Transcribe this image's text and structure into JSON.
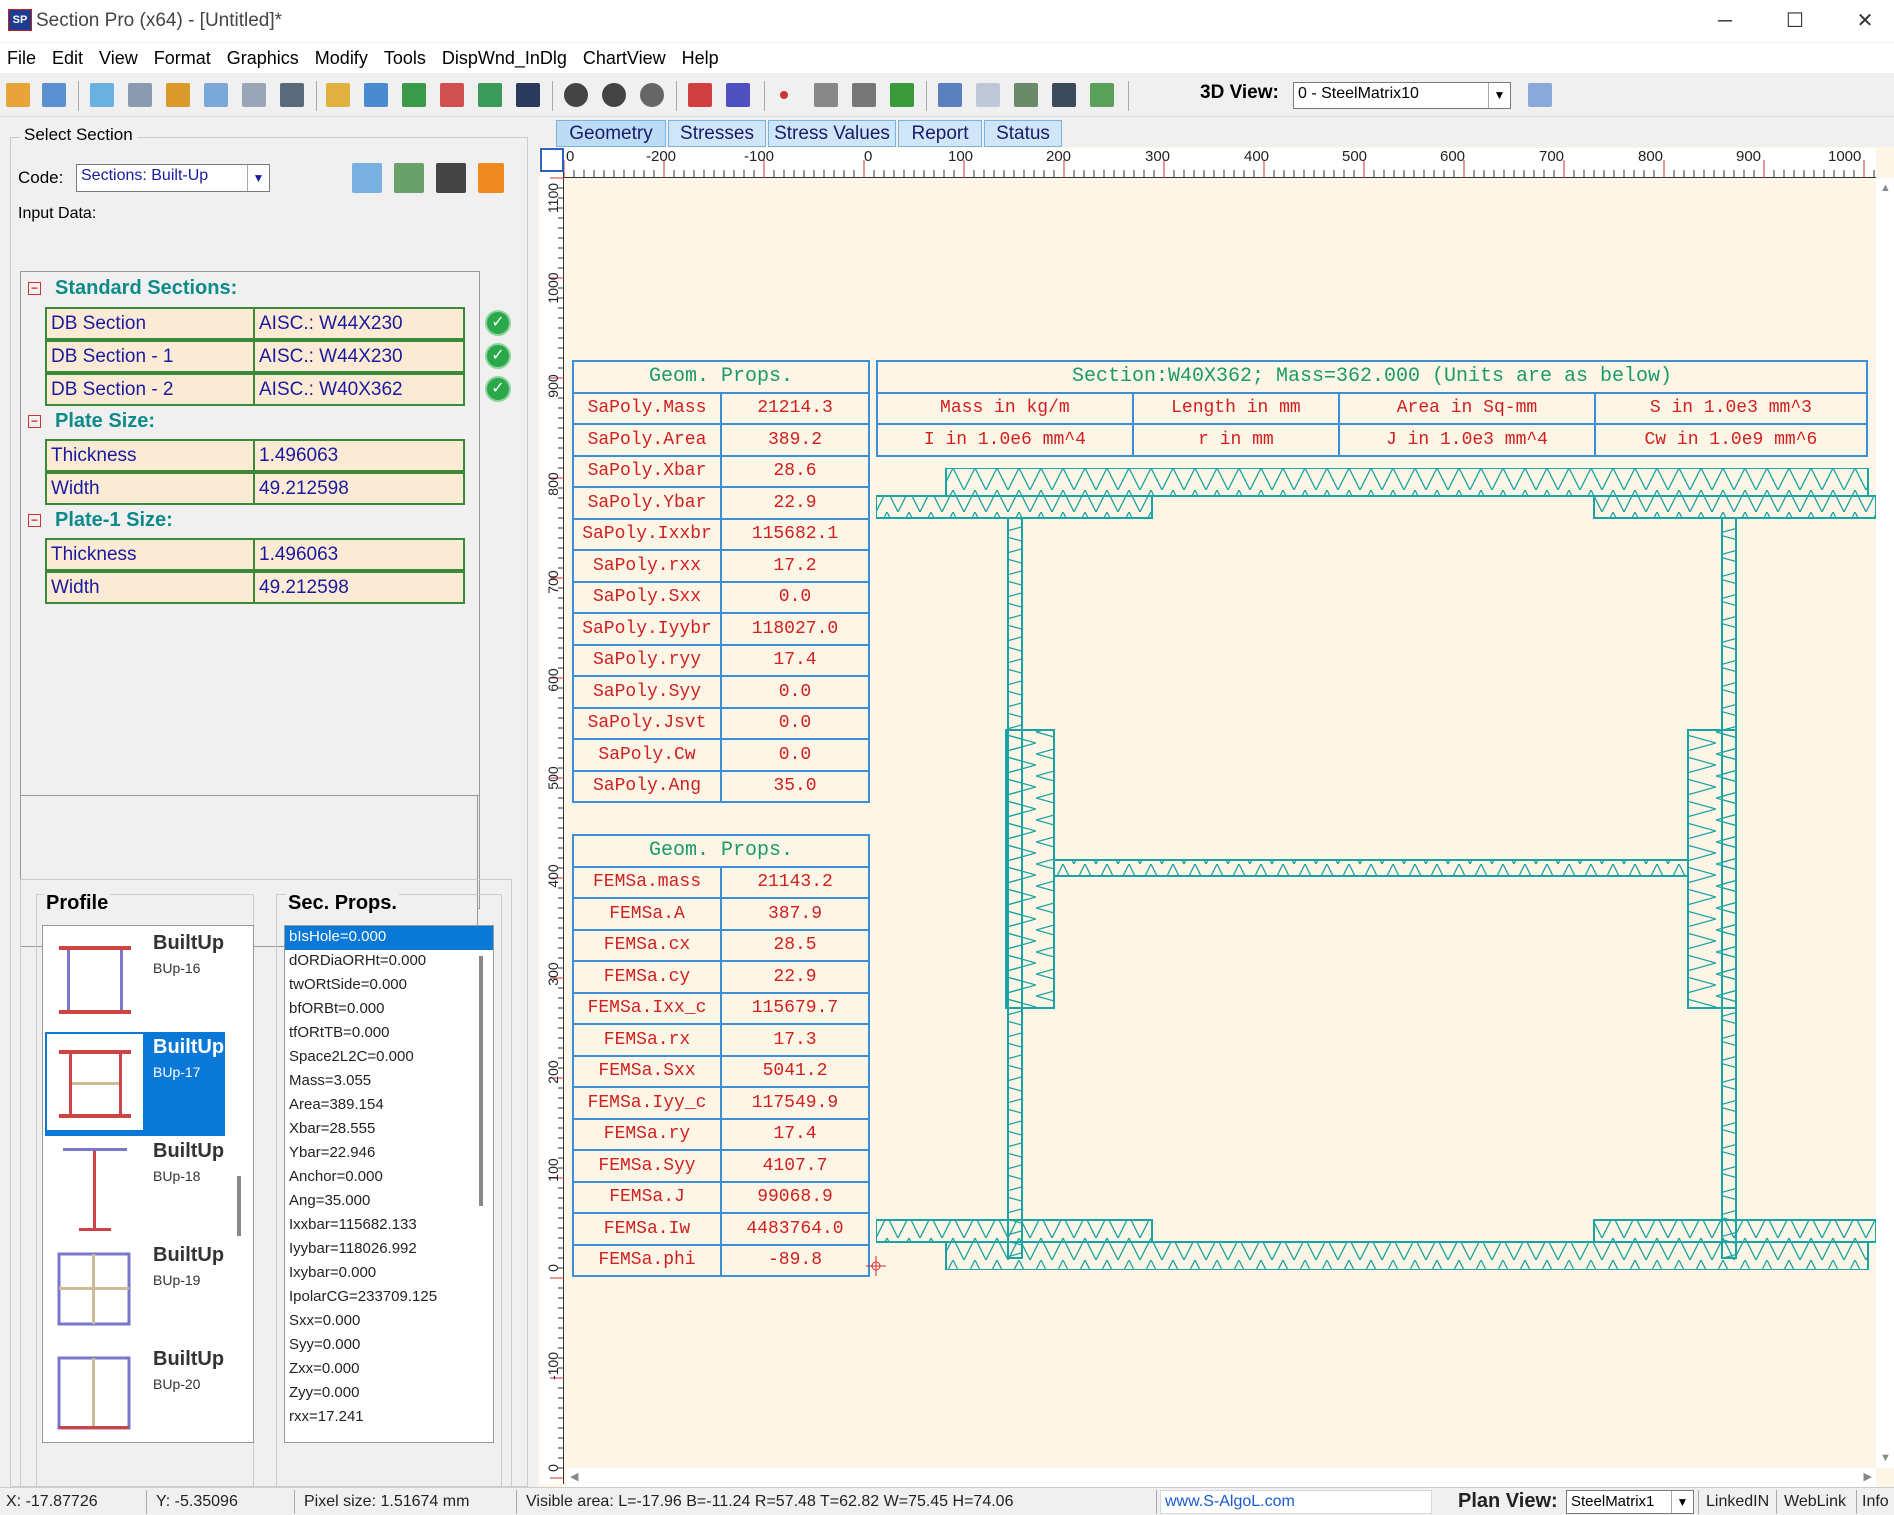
{
  "window": {
    "title": "Section Pro (x64) - [Untitled]*",
    "logo_text": "SP",
    "minimize": "─",
    "maximize": "☐",
    "close": "✕"
  },
  "menu": [
    "File",
    "Edit",
    "View",
    "Format",
    "Graphics",
    "Modify",
    "Tools",
    "DispWnd_InDlg",
    "ChartView",
    "Help"
  ],
  "toolbar": {
    "view3d_label": "3D View:",
    "view3d_value": "0 - SteelMatrix10"
  },
  "left": {
    "select_section": "Select Section",
    "code_label": "Code:",
    "code_value": "Sections: Built-Up",
    "input_data": "Input Data:",
    "categories": [
      {
        "title": "Standard Sections:",
        "rows": [
          {
            "key": "DB Section",
            "value": "AISC.: W44X230"
          },
          {
            "key": "DB Section - 1",
            "value": "AISC.: W44X230"
          },
          {
            "key": "DB Section - 2",
            "value": "AISC.: W40X362"
          }
        ]
      },
      {
        "title": "Plate Size:",
        "rows": [
          {
            "key": "Thickness",
            "value": "1.496063"
          },
          {
            "key": "Width",
            "value": "49.212598"
          }
        ]
      },
      {
        "title": "Plate-1 Size:",
        "rows": [
          {
            "key": "Thickness",
            "value": "1.496063"
          },
          {
            "key": "Width",
            "value": "49.212598"
          }
        ]
      }
    ],
    "profile_label": "Profile",
    "secprops_label": "Sec. Props.",
    "profiles": [
      {
        "name": "BuiltUp",
        "code": "BUp-16"
      },
      {
        "name": "BuiltUp",
        "code": "BUp-17"
      },
      {
        "name": "BuiltUp",
        "code": "BUp-18"
      },
      {
        "name": "BuiltUp",
        "code": "BUp-19"
      },
      {
        "name": "BuiltUp",
        "code": "BUp-20"
      }
    ],
    "selected_profile": 1,
    "sec_props": [
      "bIsHole=0.000",
      "dORDiaORHt=0.000",
      "twORtSide=0.000",
      "bfORBt=0.000",
      "tfORtTB=0.000",
      "Space2L2C=0.000",
      "Mass=3.055",
      "Area=389.154",
      "Xbar=28.555",
      "Ybar=22.946",
      "Anchor=0.000",
      "Ang=35.000",
      "Ixxbar=115682.133",
      "Iyybar=118026.992",
      "Ixybar=0.000",
      "IpolarCG=233709.125",
      "Sxx=0.000",
      "Syy=0.000",
      "Zxx=0.000",
      "Zyy=0.000",
      "rxx=17.241"
    ]
  },
  "tabs": [
    "Geometry",
    "Stresses",
    "Stress Values",
    "Report",
    "Status"
  ],
  "ruler": {
    "x_ticks": [
      "0",
      "-200",
      "-100",
      "0",
      "100",
      "200",
      "300",
      "400",
      "500",
      "600",
      "700",
      "800",
      "900",
      "1000"
    ],
    "y_ticks": [
      "1100",
      "1000",
      "900",
      "800",
      "700",
      "600",
      "500",
      "400",
      "300",
      "200",
      "100",
      "0",
      "-100",
      "0"
    ]
  },
  "geom_table1": {
    "title": "Geom. Props.",
    "rows": [
      [
        "SaPoly.Mass",
        "21214.3"
      ],
      [
        "SaPoly.Area",
        "389.2"
      ],
      [
        "SaPoly.Xbar",
        "28.6"
      ],
      [
        "SaPoly.Ybar",
        "22.9"
      ],
      [
        "SaPoly.Ixxbr",
        "115682.1"
      ],
      [
        "SaPoly.rxx",
        "17.2"
      ],
      [
        "SaPoly.Sxx",
        "0.0"
      ],
      [
        "SaPoly.Iyybr",
        "118027.0"
      ],
      [
        "SaPoly.ryy",
        "17.4"
      ],
      [
        "SaPoly.Syy",
        "0.0"
      ],
      [
        "SaPoly.Jsvt",
        "0.0"
      ],
      [
        "SaPoly.Cw",
        "0.0"
      ],
      [
        "SaPoly.Ang",
        "35.0"
      ]
    ]
  },
  "geom_table2": {
    "title": "Geom. Props.",
    "rows": [
      [
        "FEMSa.mass",
        "21143.2"
      ],
      [
        "FEMSa.A",
        "387.9"
      ],
      [
        "FEMSa.cx",
        "28.5"
      ],
      [
        "FEMSa.cy",
        "22.9"
      ],
      [
        "FEMSa.Ixx_c",
        "115679.7"
      ],
      [
        "FEMSa.rx",
        "17.3"
      ],
      [
        "FEMSa.Sxx",
        "5041.2"
      ],
      [
        "FEMSa.Iyy_c",
        "117549.9"
      ],
      [
        "FEMSa.ry",
        "17.4"
      ],
      [
        "FEMSa.Syy",
        "4107.7"
      ],
      [
        "FEMSa.J",
        "99068.9"
      ],
      [
        "FEMSa.Iw",
        "4483764.0"
      ],
      [
        "FEMSa.phi",
        "-89.8"
      ]
    ]
  },
  "section_table": {
    "title": "Section:W40X362; Mass=362.000 (Units are as below)",
    "rows": [
      [
        "Mass in kg/m",
        "Length in mm",
        "Area in Sq-mm",
        "S in 1.0e3 mm^3"
      ],
      [
        "I in 1.0e6 mm^4",
        "r in mm",
        "J in 1.0e3 mm^4",
        "Cw in 1.0e9 mm^6"
      ]
    ]
  },
  "status": {
    "x": "X: -17.87726",
    "y": "Y: -5.35096",
    "pixel": "Pixel size: 1.51674 mm",
    "visible": "Visible area:  L=-17.96  B=-11.24  R=57.48  T=62.82   W=75.45  H=74.06",
    "website": "www.S-AlgoL.com",
    "plan_label": "Plan View:",
    "plan_value": "SteelMatrix1",
    "linkedin": "LinkedIN",
    "weblink": "WebLink",
    "info": "Info"
  },
  "colors": {
    "mesh": "#1aa3a3",
    "table_border": "#3b8fd8",
    "table_text": "#d02020",
    "table_title": "#1a9a6a",
    "selection": "#0a78d7"
  }
}
